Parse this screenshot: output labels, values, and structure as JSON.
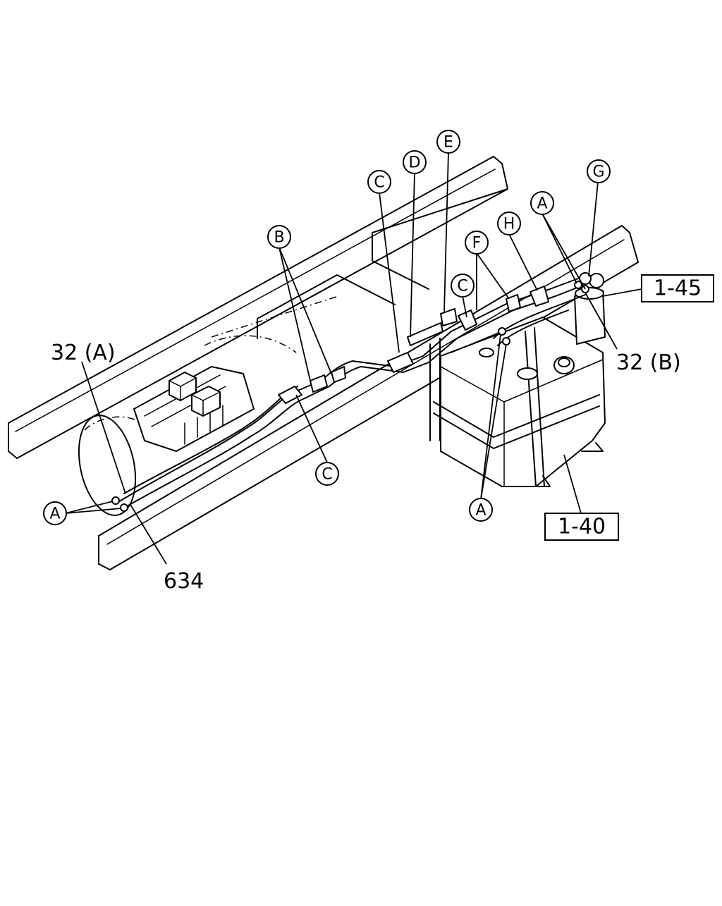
{
  "callouts": {
    "a_left": "A",
    "b_top": "B",
    "c_top": "C",
    "c_bottom": "C",
    "c_mid": "C",
    "d": "D",
    "e": "E",
    "f": "F",
    "g": "G",
    "h": "H",
    "a_top_right": "A",
    "a_bottom_right": "A"
  },
  "part_labels": {
    "p32a": "32 (A)",
    "p32b": "32 (B)",
    "p634": "634"
  },
  "ref_boxes": {
    "r145": "1-45",
    "r140": "1-40"
  }
}
